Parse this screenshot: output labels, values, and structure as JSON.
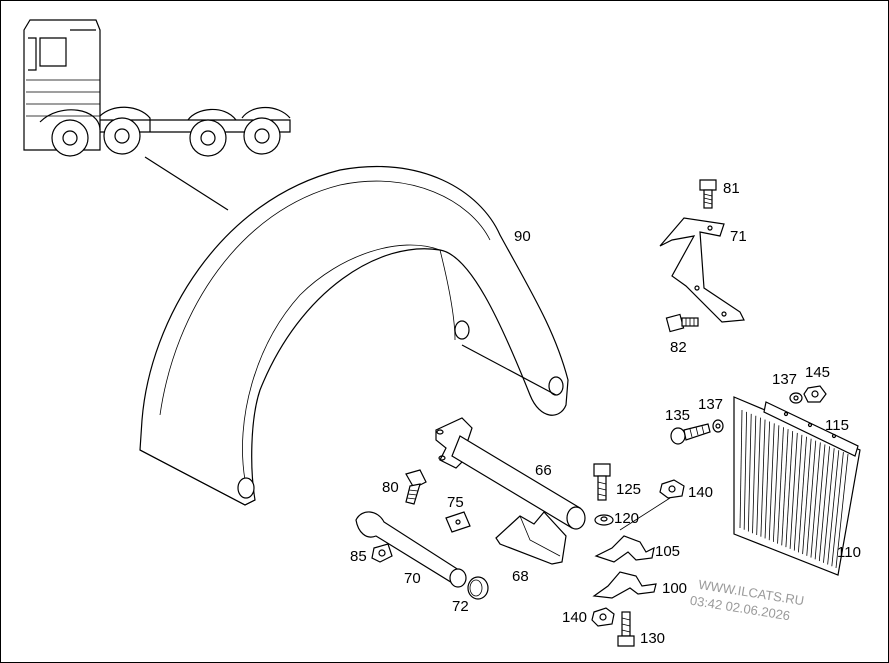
{
  "parts": [
    {
      "id": "p90",
      "label": "90"
    },
    {
      "id": "p81",
      "label": "81"
    },
    {
      "id": "p71",
      "label": "71"
    },
    {
      "id": "p82",
      "label": "82"
    },
    {
      "id": "p137a",
      "label": "137"
    },
    {
      "id": "p145",
      "label": "145"
    },
    {
      "id": "p135",
      "label": "135"
    },
    {
      "id": "p137b",
      "label": "137"
    },
    {
      "id": "p115",
      "label": "115"
    },
    {
      "id": "p66",
      "label": "66"
    },
    {
      "id": "p80",
      "label": "80"
    },
    {
      "id": "p75",
      "label": "75"
    },
    {
      "id": "p125",
      "label": "125"
    },
    {
      "id": "p140a",
      "label": "140"
    },
    {
      "id": "p120",
      "label": "120"
    },
    {
      "id": "p105",
      "label": "105"
    },
    {
      "id": "p110",
      "label": "110"
    },
    {
      "id": "p85",
      "label": "85"
    },
    {
      "id": "p70",
      "label": "70"
    },
    {
      "id": "p68",
      "label": "68"
    },
    {
      "id": "p100",
      "label": "100"
    },
    {
      "id": "p72",
      "label": "72"
    },
    {
      "id": "p140b",
      "label": "140"
    },
    {
      "id": "p130",
      "label": "130"
    }
  ],
  "watermark": {
    "site": "WWW.ILCATS.RU",
    "timestamp": "03:42 02.06.2026"
  }
}
